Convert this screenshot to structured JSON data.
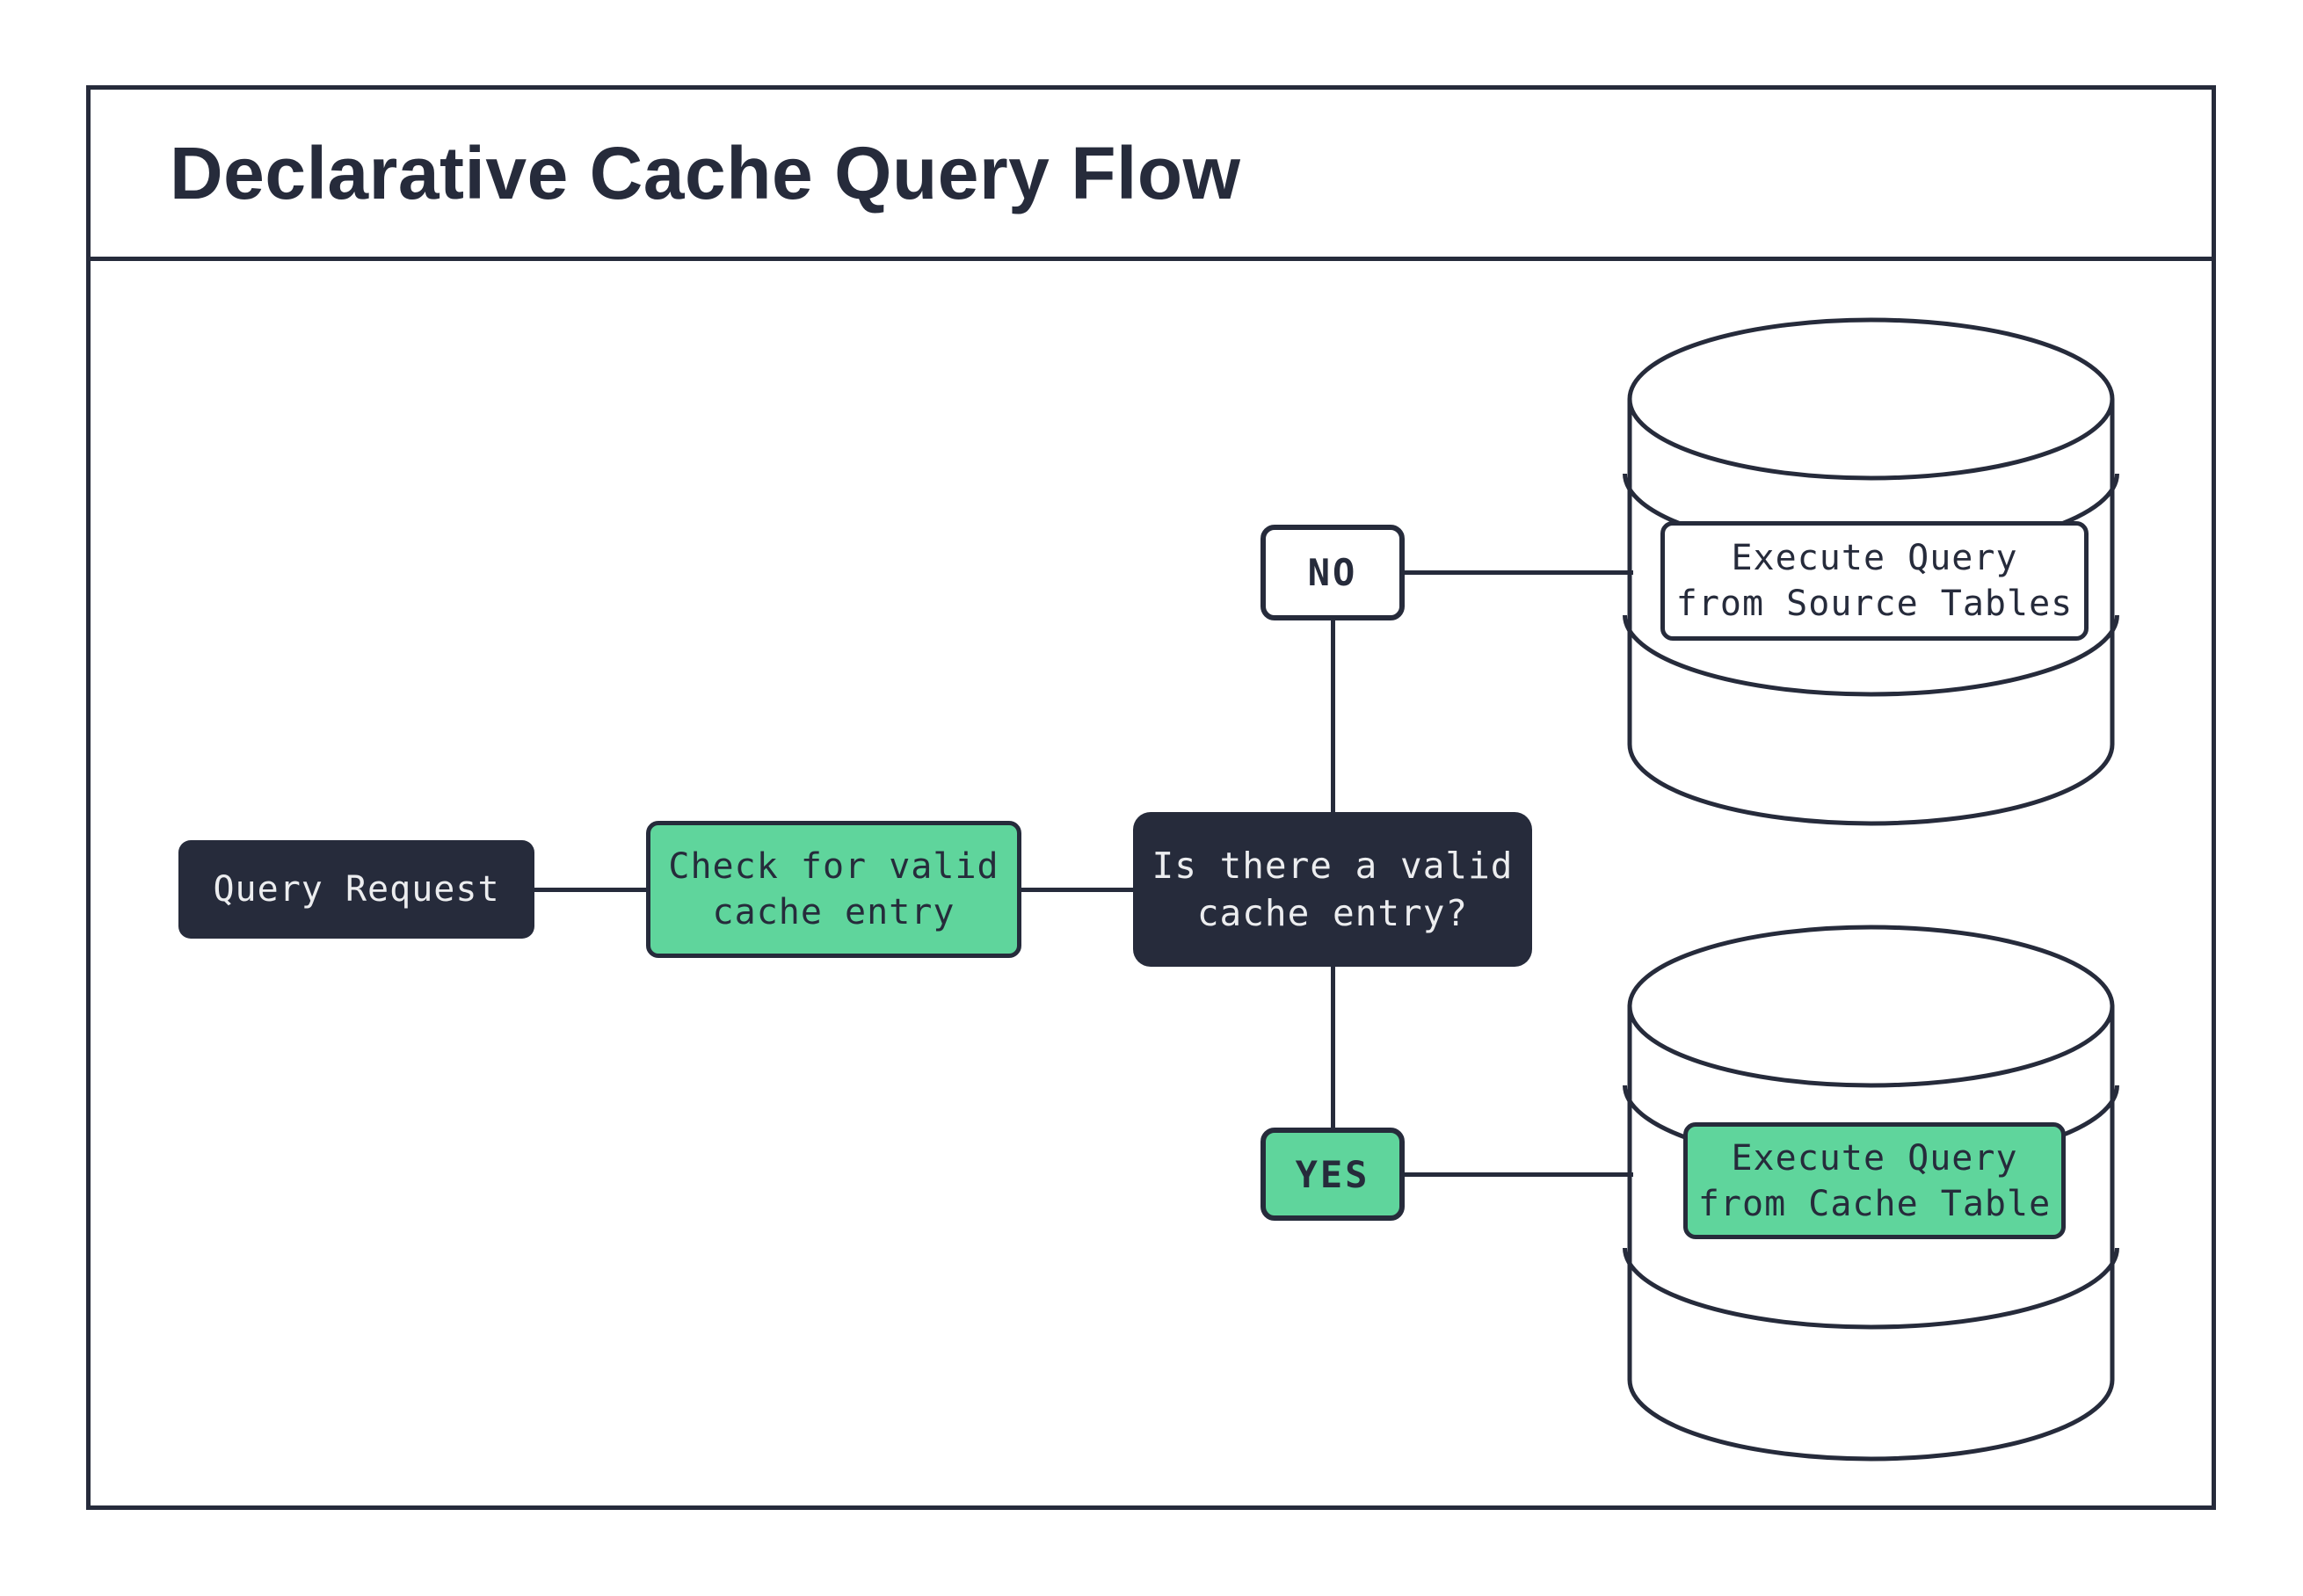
{
  "palette": {
    "ink": "#262B3B",
    "green": "#5FD59C",
    "paper": "#FFFFFF",
    "light-text": "#ECEDEF"
  },
  "header": {
    "title": "Declarative Cache Query Flow"
  },
  "flow": {
    "query_request": {
      "label": "Query Request"
    },
    "check_cache": {
      "label": "Check for valid\ncache entry"
    },
    "question": {
      "label": "Is there a valid\ncache entry?"
    },
    "no_branch": {
      "label": "NO"
    },
    "yes_branch": {
      "label": "YES"
    },
    "source_db": {
      "label": "Execute Query\nfrom Source Tables"
    },
    "cache_db": {
      "label": "Execute Query\nfrom Cache Table"
    }
  }
}
